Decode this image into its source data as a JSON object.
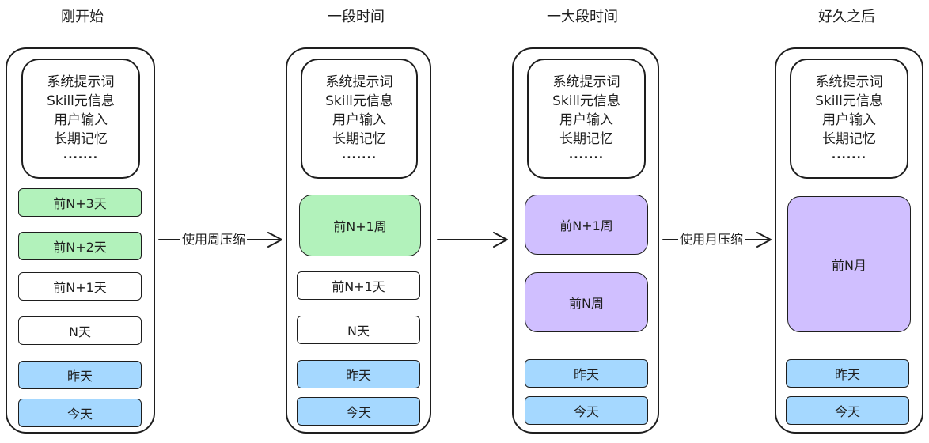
{
  "stages": [
    {
      "title": "刚开始",
      "prompt": [
        "系统提示词",
        "Skill元信息",
        "用户输入",
        "长期记忆",
        "......."
      ],
      "blocks": [
        "前N+3天",
        "前N+2天",
        "前N+1天",
        "N天",
        "昨天",
        "今天"
      ]
    },
    {
      "title": "一段时间",
      "prompt": [
        "系统提示词",
        "Skill元信息",
        "用户输入",
        "长期记忆",
        "......."
      ],
      "blocks": [
        "前N+1周",
        "前N+1天",
        "N天",
        "昨天",
        "今天"
      ]
    },
    {
      "title": "一大段时间",
      "prompt": [
        "系统提示词",
        "Skill元信息",
        "用户输入",
        "长期记忆",
        "......."
      ],
      "blocks": [
        "前N+1周",
        "前N周",
        "昨天",
        "今天"
      ]
    },
    {
      "title": "好久之后",
      "prompt": [
        "系统提示词",
        "Skill元信息",
        "用户输入",
        "长期记忆",
        "......."
      ],
      "blocks": [
        "前N月",
        "昨天",
        "今天"
      ]
    }
  ],
  "transitions": [
    {
      "label": "使用周压缩"
    },
    {
      "label": ""
    },
    {
      "label": "使用月压缩"
    }
  ],
  "colors": {
    "green": "#b2f2bb",
    "blue": "#a5d8ff",
    "purple": "#d0bfff",
    "white": "#ffffff",
    "stroke": "#1e1e1e"
  }
}
